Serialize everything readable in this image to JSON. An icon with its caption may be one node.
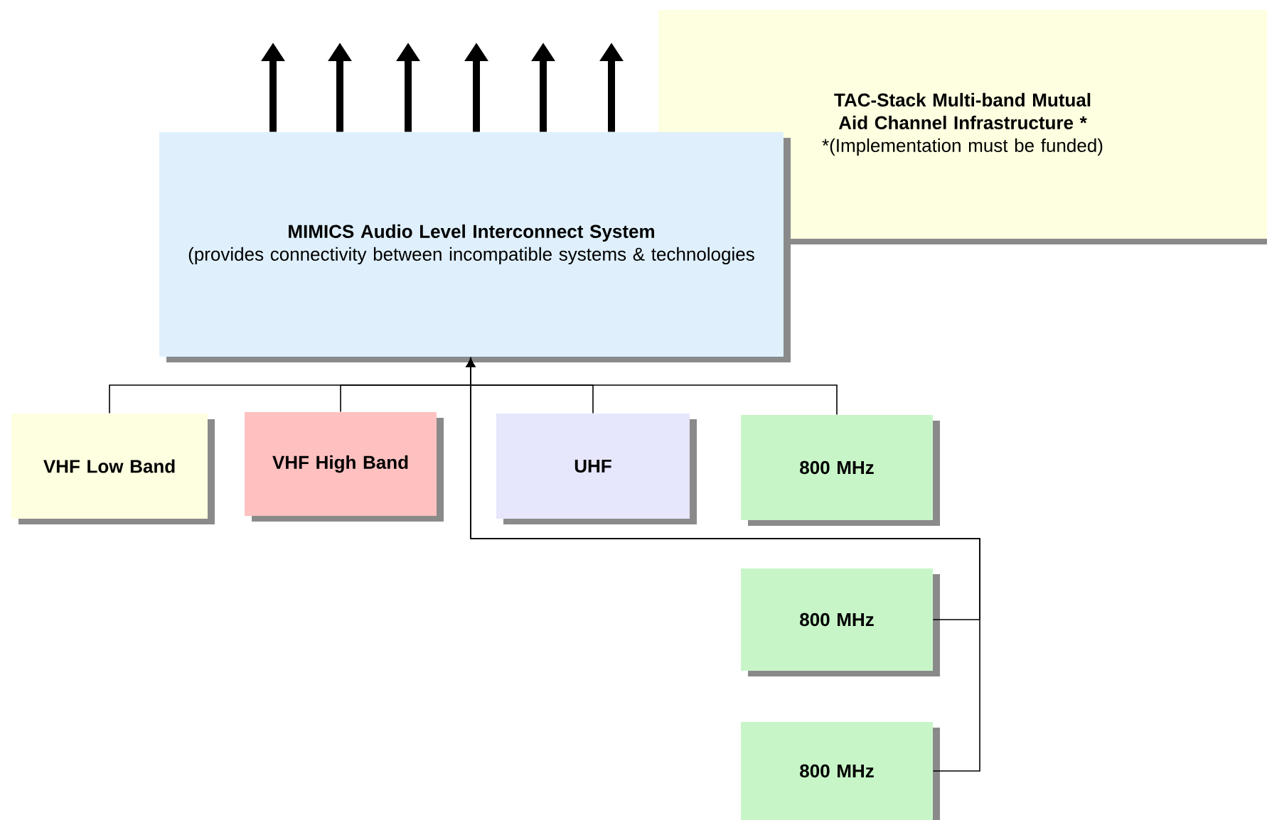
{
  "diagram": {
    "nodes": [
      {
        "text": [
          "TAC-Stack Multi-band Mutual Aid Channel Infrastructure *",
          "*(Implementation must be funded)"
        ]
      },
      {
        "text": [
          "MIMICS Audio Level Interconnect System",
          "(provides connectivity between incompatible systems & technologies"
        ]
      },
      {
        "text": [
          "VHF Low Band"
        ]
      },
      {
        "text": [
          "VHF High Band"
        ]
      },
      {
        "text": [
          "UHF"
        ]
      },
      {
        "text": [
          "800 MHz"
        ]
      },
      {
        "text": [
          "800 MHz"
        ]
      },
      {
        "text": [
          "800 MHz"
        ]
      }
    ],
    "edges": [
      {
        "from": 1,
        "to": null,
        "arrow": "to",
        "style": "thick"
      },
      {
        "from": 1,
        "to": null,
        "arrow": "to",
        "style": "thick"
      },
      {
        "from": 1,
        "to": null,
        "arrow": "to",
        "style": "thick"
      },
      {
        "from": 1,
        "to": null,
        "arrow": "to",
        "style": "thick"
      },
      {
        "from": 1,
        "to": null,
        "arrow": "to",
        "style": "thick"
      },
      {
        "from": 1,
        "to": null,
        "arrow": "to",
        "style": "thick"
      },
      {
        "from": 2,
        "to": 1,
        "arrow": "to"
      },
      {
        "from": 3,
        "to": 1,
        "arrow": "to"
      },
      {
        "from": 4,
        "to": 1,
        "arrow": "to"
      },
      {
        "from": 5,
        "to": 1,
        "arrow": "to"
      },
      {
        "from": 6,
        "to": 1,
        "arrow": "to"
      },
      {
        "from": 7,
        "to": 1,
        "arrow": "to"
      }
    ]
  }
}
